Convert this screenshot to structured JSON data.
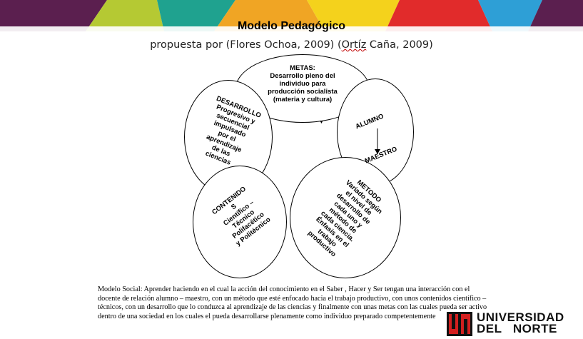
{
  "slide": {
    "title": "Modelo Pedagógico",
    "subtitle_prefix": "propuesta por  (Flores Ochoa, 2009) (",
    "subtitle_underlined": "Ortíz",
    "subtitle_suffix": " Caña, 2009)"
  },
  "diagram": {
    "metas": {
      "heading": "METAS:",
      "line1": "Desarrollo pleno del",
      "line2": "individuo para",
      "line3": "producción socialista",
      "line4": "(materia y cultura)"
    },
    "alumno": {
      "top": "ALUMNO",
      "bottom": "MAESTRO"
    },
    "desarrollo": {
      "l1": "DESARROLLO",
      "l2": "Progresivo y",
      "l3": "secuencial",
      "l4": "impulsado",
      "l5": "por el",
      "l6": "aprendizaje",
      "l7": "de las",
      "l8": "ciencias"
    },
    "contenidos": {
      "l1": "CONTENIDO",
      "l2": "S",
      "l3": "Científico –",
      "l4": "Técnico",
      "l5": "Polifacético",
      "l6": "y Politécnico"
    },
    "metodo": {
      "l1": "METODO",
      "l2": "Variado según",
      "l3": "el nivel de",
      "l4": "desarrollo de",
      "l5": "cada uno y",
      "l6": "método de",
      "l7": "cada ciencia.",
      "l8": "Énfasis en el",
      "l9": "trabajo",
      "l10": "productivo"
    }
  },
  "footer": {
    "text": "Modelo Social: Aprender haciendo en el cual la acción del conocimiento en el Saber , Hacer y Ser tengan una interacción con el docente de relación alumno – maestro, con un método que esté enfocado hacia el trabajo productivo, con unos contenidos científico – técnicos, con un desarrollo que lo conduzca al aprendizaje de las ciencias y finalmente con unas metas con las cuales pueda ser activo dentro de una sociedad en los cuales el pueda desarrollarse plenamente como individuo preparado competentemente"
  },
  "logo": {
    "mark": "UN",
    "line1": "UNIVERSIDAD",
    "line2": "DEL   NORTE"
  },
  "colors": {
    "purple": "#5b1f4f",
    "green": "#b5c933",
    "teal": "#1fa28f",
    "orange": "#f0a524",
    "yellow": "#f4d21c",
    "red": "#e12b2b",
    "blue": "#2e9fd6"
  }
}
